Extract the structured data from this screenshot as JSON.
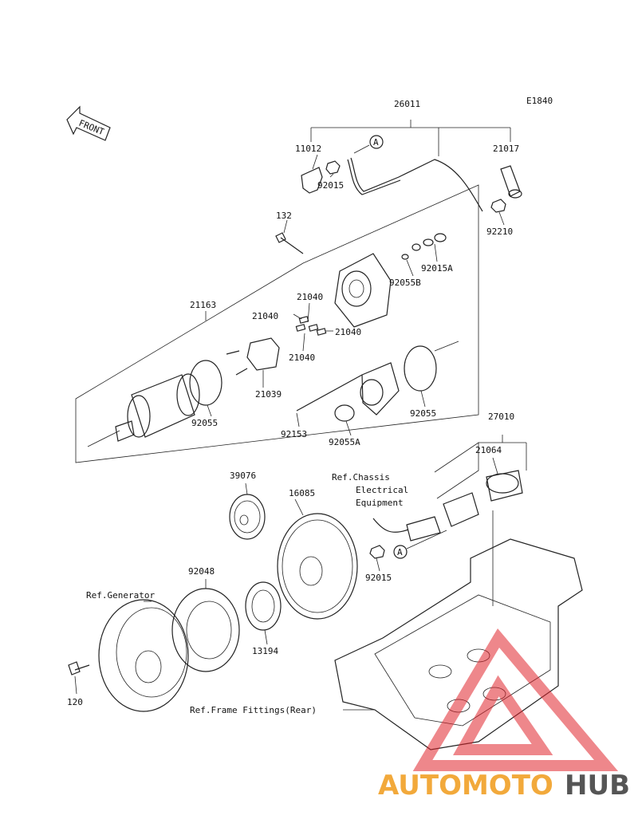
{
  "diagram_code": "E1840",
  "front_label": "FRONT",
  "callout_marker": "A",
  "part_labels": {
    "p26011": "26011",
    "p11012": "11012",
    "p21017": "21017",
    "p92015_top": "92015",
    "p92210": "92210",
    "p132": "132",
    "p92015A": "92015A",
    "p92055B": "92055B",
    "p21163": "21163",
    "p21040_a": "21040",
    "p21040_b": "21040",
    "p21040_c": "21040",
    "p21040_d": "21040",
    "p21039": "21039",
    "p92055_left": "92055",
    "p92055_right": "92055",
    "p92153": "92153",
    "p92055A": "92055A",
    "p27010": "27010",
    "p21064": "21064",
    "p39076": "39076",
    "p16085": "16085",
    "p92015_bottom": "92015",
    "p92048": "92048",
    "p13194": "13194",
    "p120": "120"
  },
  "ref_labels": {
    "chassis_line1": "Ref.Chassis",
    "chassis_line2": "Electrical",
    "chassis_line3": "Equipment",
    "generator": "Ref.Generator",
    "frame": "Ref.Frame Fittings(Rear)"
  },
  "watermark": {
    "part1": "AUTOMOTO",
    "part2": "HUB",
    "color1": "#f2a93b",
    "color2": "#555555",
    "triangle_color": "#e0242b"
  }
}
